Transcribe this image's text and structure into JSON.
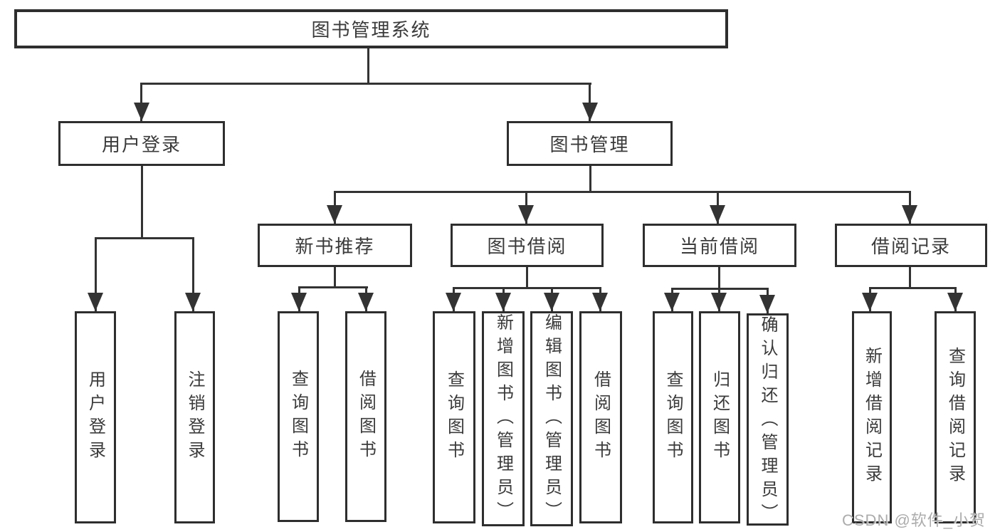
{
  "tree": {
    "label": "图书管理系统",
    "children": [
      {
        "label": "用户登录",
        "children": [
          {
            "label": "用户登录"
          },
          {
            "label": "注销登录"
          }
        ]
      },
      {
        "label": "图书管理",
        "children": [
          {
            "label": "新书推荐",
            "children": [
              {
                "label": "查询图书"
              },
              {
                "label": "借阅图书"
              }
            ]
          },
          {
            "label": "图书借阅",
            "children": [
              {
                "label": "查询图书"
              },
              {
                "label": "新增图书（管理员）"
              },
              {
                "label": "编辑图书（管理员）"
              },
              {
                "label": "借阅图书"
              }
            ]
          },
          {
            "label": "当前借阅",
            "children": [
              {
                "label": "查询图书"
              },
              {
                "label": "归还图书"
              },
              {
                "label": "确认归还（管理员）"
              }
            ]
          },
          {
            "label": "借阅记录",
            "children": [
              {
                "label": "新增借阅记录"
              },
              {
                "label": "查询借阅记录"
              }
            ]
          }
        ]
      }
    ]
  },
  "watermark": {
    "text": "CSDN @软件_小贺同学"
  },
  "colors": {
    "background": "#ffffff",
    "box_border": "#2e2e2e",
    "line": "#333333",
    "text": "#3b3b3b",
    "watermark_text": "#a3a3a3"
  }
}
